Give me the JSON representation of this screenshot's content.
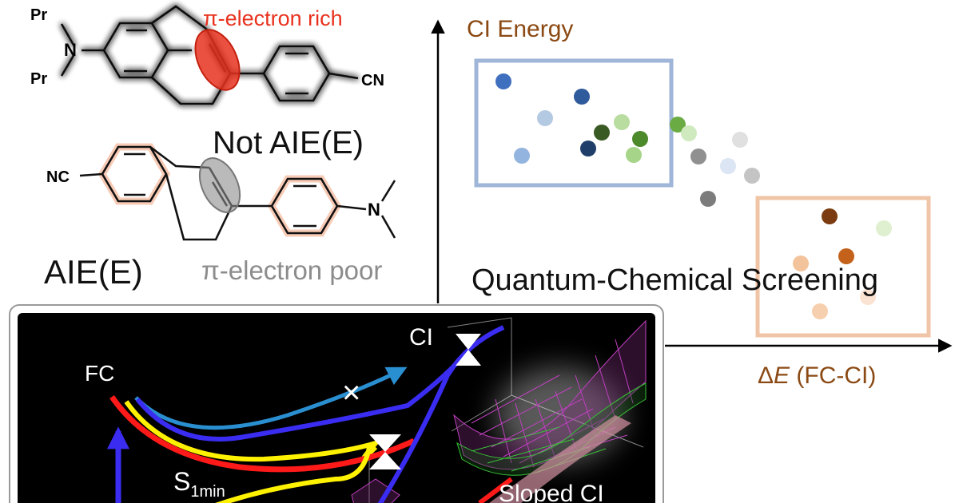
{
  "molecules": {
    "top": {
      "caption": "Not AIE(E)",
      "annotation": "π-electron rich",
      "annotation_color": "#e8321e",
      "pr1": "Pr",
      "pr2": "Pr",
      "n": "N",
      "cn": "CN",
      "glow_color": "#5b6cf0"
    },
    "bottom": {
      "caption": "AIE(E)",
      "annotation": "π-electron poor",
      "annotation_color": "#8c8c8c",
      "nc": "NC",
      "n": "N",
      "glow_color": "#f0a07a"
    }
  },
  "screening": {
    "y_axis_label": "CI Energy",
    "x_axis_label_delta": "Δ",
    "x_axis_label_e": "E",
    "x_axis_label_rest": " (FC-CI)",
    "title": "Quantum-Chemical Screening",
    "axis_label_color": "#8b4a14",
    "blue_box_color": "#9fb6d8",
    "orange_box_color": "#f0c4a6"
  },
  "energy_panel": {
    "fc": "FC",
    "ci": "CI",
    "s1": "S",
    "s1_sub": "1min",
    "sloped": "Sloped CI",
    "cross": "×"
  }
}
